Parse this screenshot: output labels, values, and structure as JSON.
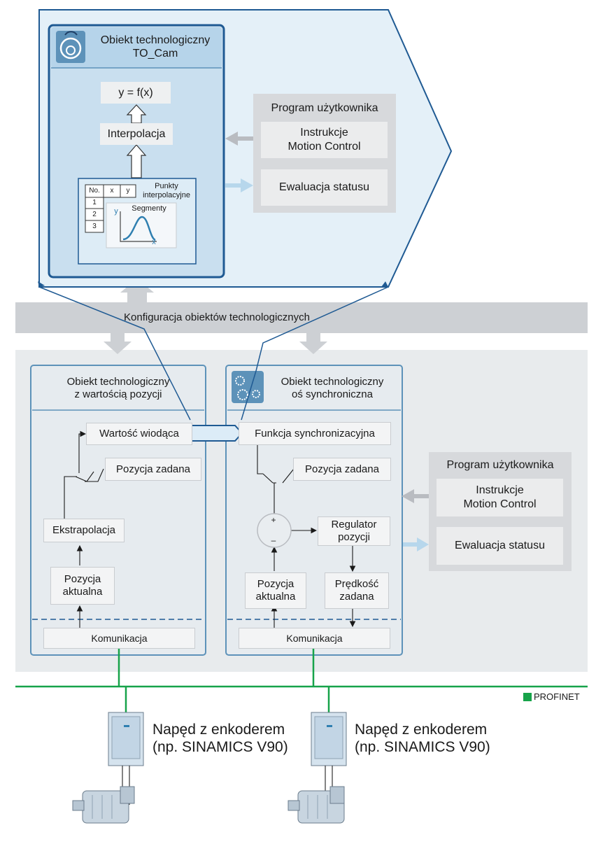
{
  "cam_object": {
    "title": "Obiekt technologiczny\nTO_Cam",
    "function": "y = f(x)",
    "interpolation": "Interpolacja",
    "table_headers": [
      "No.",
      "x",
      "y"
    ],
    "table_rows": [
      "1",
      "2",
      "3"
    ],
    "points_label": "Punkty\ninterpolacyjne",
    "segments_label": "Segmenty",
    "axis_y": "y",
    "axis_x": "x"
  },
  "user_program_top": {
    "title": "Program użytkownika",
    "instructions": "Instrukcje\nMotion Control",
    "status": "Ewaluacja statusu"
  },
  "config_bar": {
    "label": "Konfiguracja obiektów technologicznych"
  },
  "position_object": {
    "title": "Obiekt technologiczny\nz wartością pozycji",
    "leading_value": "Wartość wiodąca",
    "setpoint": "Pozycja zadana",
    "extrapolation": "Ekstrapolacja",
    "actual_position": "Pozycja\naktualna",
    "communication": "Komunikacja"
  },
  "sync_axis": {
    "title": "Obiekt technologiczny\noś synchroniczna",
    "sync_function": "Funkcja synchronizacyjna",
    "setpoint": "Pozycja zadana",
    "plus": "+",
    "minus": "–",
    "regulator": "Regulator\npozycji",
    "actual_position": "Pozycja\naktualna",
    "speed_setpoint": "Prędkość\nzadana",
    "communication": "Komunikacja"
  },
  "user_program_bottom": {
    "title": "Program użytkownika",
    "instructions": "Instrukcje\nMotion Control",
    "status": "Ewaluacja statusu"
  },
  "network": {
    "label": "PROFINET"
  },
  "drives": [
    {
      "label": "Napęd z enkoderem\n(np. SINAMICS V90)"
    },
    {
      "label": "Napęd z enkoderem\n(np. SINAMICS V90)"
    }
  ],
  "colors": {
    "outline_blue": "#1f5a93",
    "panel_blue": "#deedf7",
    "box_blue": "#5d92b9",
    "network_green": "#17a34a",
    "config_gray": "#cdd0d4",
    "lower_area_gray": "#e8ebed"
  }
}
